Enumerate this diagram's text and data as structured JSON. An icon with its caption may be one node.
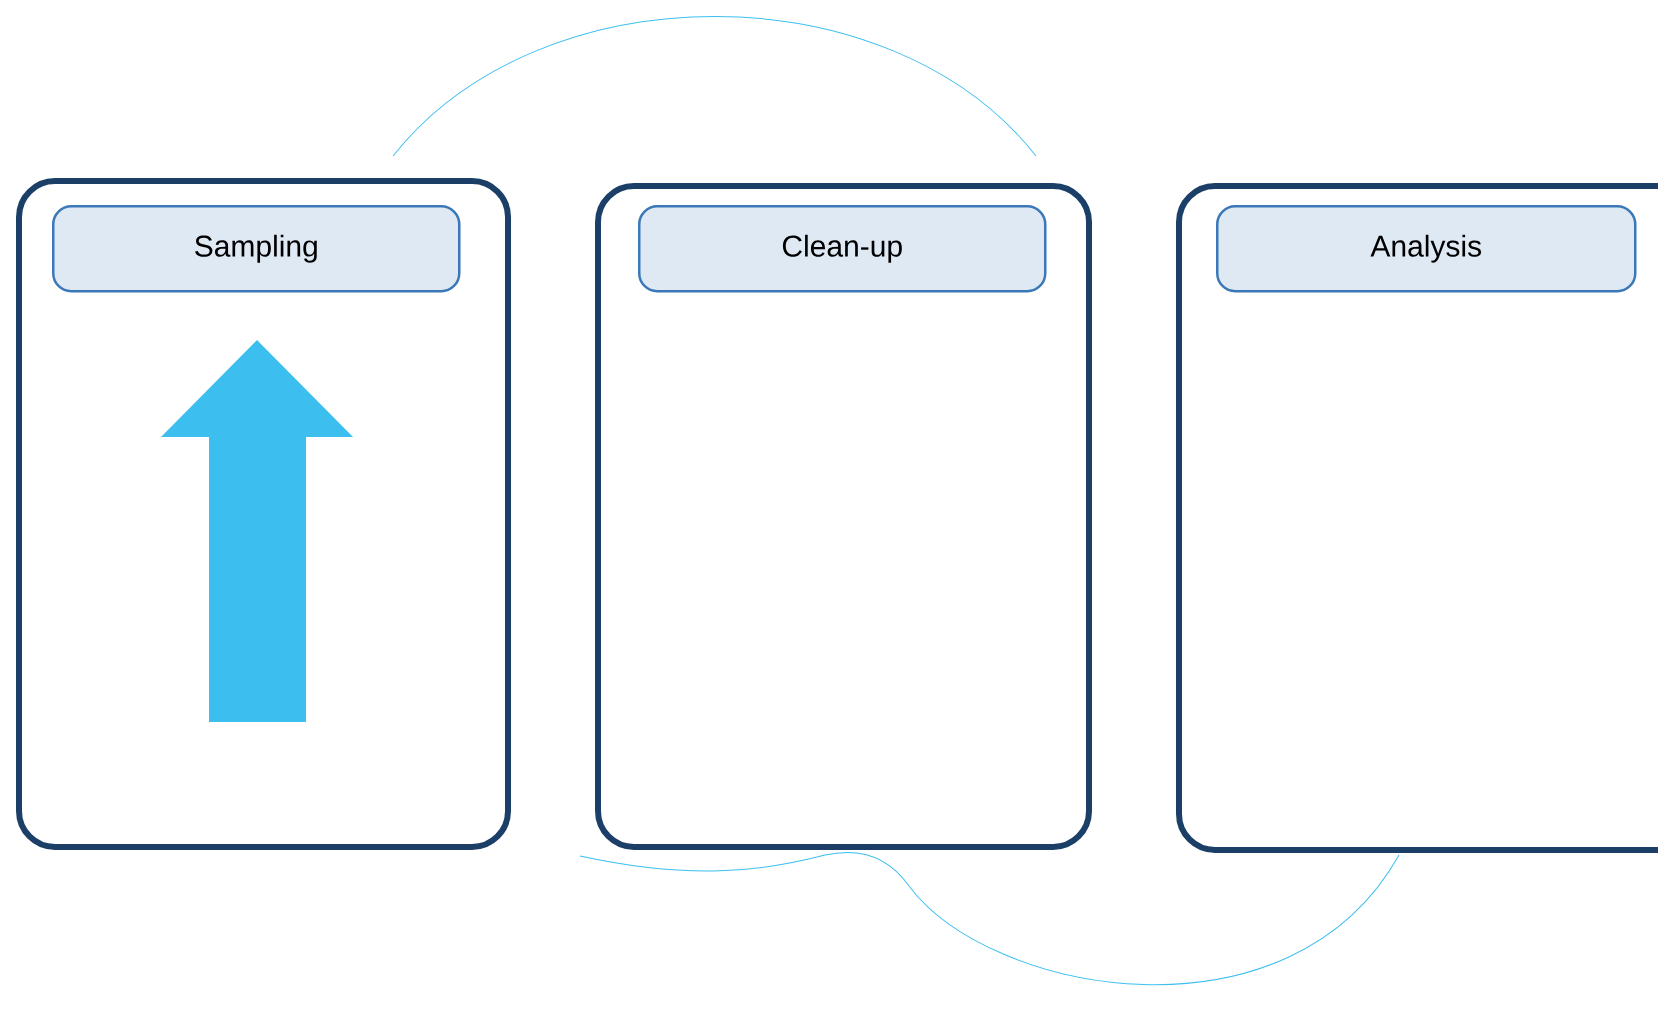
{
  "diagram": {
    "nodes": [
      {
        "text": [],
        "shape": "box"
      },
      {
        "text": [
          "Sampling"
        ],
        "in": 0
      },
      {
        "text": [],
        "shape": "box"
      },
      {
        "text": [
          "Clean-up"
        ],
        "in": 2
      },
      {
        "text": [],
        "shape": "box"
      },
      {
        "text": [
          "Analysis"
        ],
        "in": 4
      }
    ],
    "edges": [
      {
        "from": 0,
        "to": 2,
        "arrow": "none"
      },
      {
        "from": 2,
        "to": 4,
        "arrow": "none"
      }
    ]
  }
}
